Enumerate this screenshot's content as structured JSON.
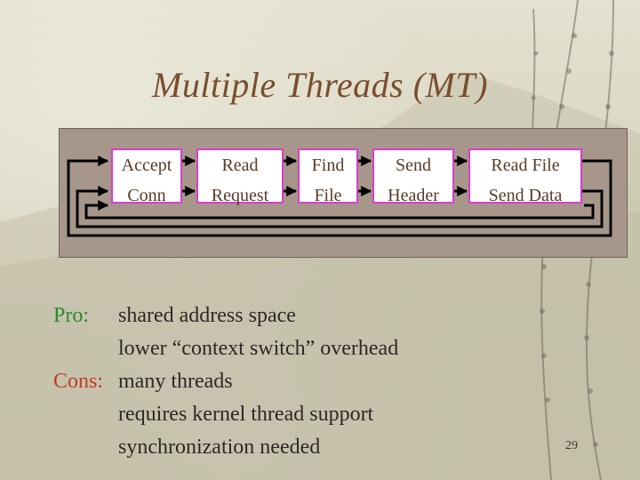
{
  "slide": {
    "title": "Multiple Threads (MT)",
    "page_number": "29"
  },
  "diagram": {
    "stages": [
      {
        "line1": "Accept",
        "line2": "Conn"
      },
      {
        "line1": "Read",
        "line2": "Request"
      },
      {
        "line1": "Find",
        "line2": "File"
      },
      {
        "line1": "Send",
        "line2": "Header"
      },
      {
        "line1": "Read File",
        "line2": "Send Data"
      }
    ],
    "colors": {
      "panel": "#a7978a",
      "stage_fill": "#ffffff",
      "stage_border": "#d83cd0",
      "arrow": "#000000"
    }
  },
  "pros": {
    "label": "Pro:",
    "items": [
      "shared address space",
      "lower “context switch” overhead"
    ]
  },
  "cons": {
    "label": "Cons:",
    "items": [
      "many threads",
      "requires kernel thread support",
      "synchronization needed"
    ]
  },
  "colors": {
    "title": "#7a4e2e",
    "pro_label": "#2c8a2c",
    "cons_label": "#c23a2a"
  }
}
